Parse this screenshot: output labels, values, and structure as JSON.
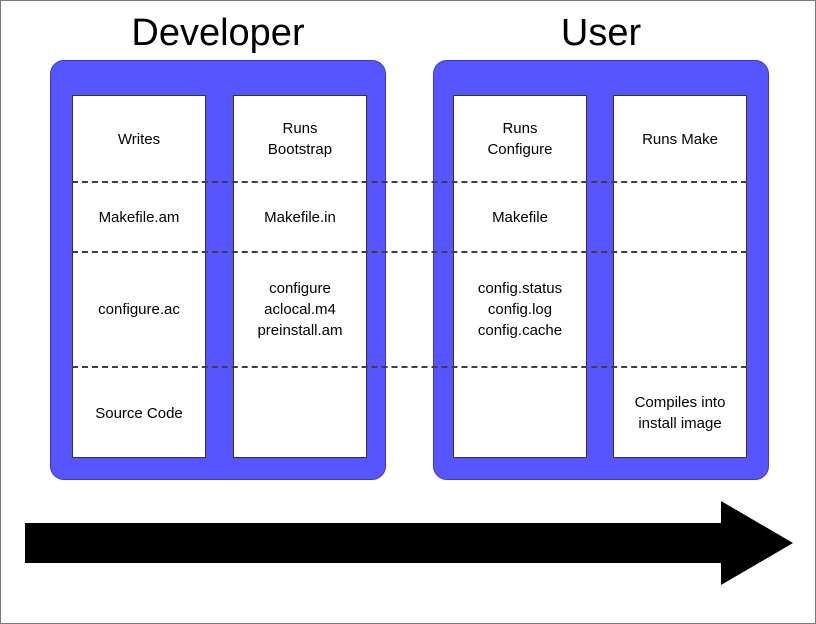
{
  "diagram": {
    "title_developer": "Developer",
    "title_user": "User",
    "accent_color": "#5755FF",
    "panel_color": "#FFFFFF",
    "outline_color": "#333333",
    "arrow_color": "#000000",
    "dashed_rule_color": "#3F3F3F"
  },
  "roles": [
    {
      "name": "Developer",
      "columns": [
        {
          "key": "writes",
          "cells": [
            "Writes",
            "Makefile.am",
            "configure.ac",
            "Source Code"
          ]
        },
        {
          "key": "bootstrap",
          "cells": [
            "Runs\nBootstrap",
            "Makefile.in",
            "configure\naclocal.m4\npreinstall.am",
            ""
          ]
        }
      ]
    },
    {
      "name": "User",
      "columns": [
        {
          "key": "configure",
          "cells": [
            "Runs\nConfigure",
            "Makefile",
            "config.status\nconfig.log\nconfig.cache",
            ""
          ]
        },
        {
          "key": "make",
          "cells": [
            "Runs Make",
            "",
            "",
            "Compiles into\ninstall image"
          ]
        }
      ]
    }
  ],
  "flow_arrow": {
    "label": "",
    "direction": "left-to-right"
  }
}
